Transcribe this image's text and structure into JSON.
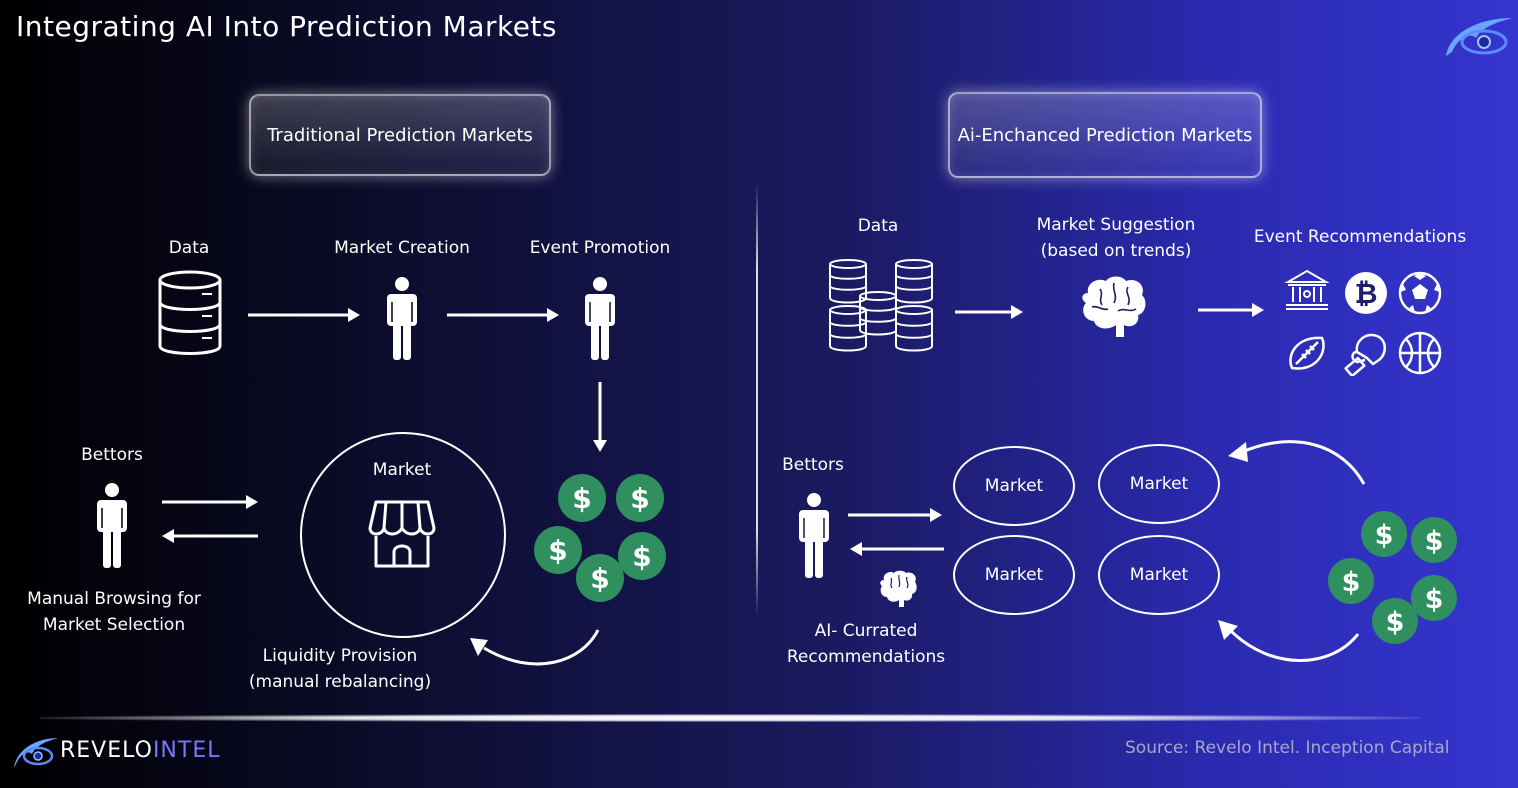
{
  "title": "Integrating AI Into Prediction Markets",
  "traditional": {
    "heading": "Traditional Prediction Markets",
    "data_label": "Data",
    "market_creation_label": "Market Creation",
    "event_promotion_label": "Event Promotion",
    "bettors_label": "Bettors",
    "market_label": "Market",
    "manual_browsing": [
      "Manual Browsing for",
      "Market Selection"
    ],
    "liquidity": [
      "Liquidity Provision",
      "(manual rebalancing)"
    ]
  },
  "ai": {
    "heading": "Ai-Enchanced Prediction Markets",
    "data_label": "Data",
    "market_suggestion": [
      "Market Suggestion",
      "(based on trends)"
    ],
    "event_recommendations_label": "Event Recommendations",
    "bettors_label": "Bettors",
    "markets": [
      "Market",
      "Market",
      "Market",
      "Market"
    ],
    "curated": [
      "AI- Currated",
      "Recommendations"
    ]
  },
  "footer": {
    "brand_left": "REVELO",
    "brand_right": "INTEL",
    "source": "Source: Revelo Intel. Inception Capital"
  },
  "icons": {
    "database": "database-icon",
    "person": "person-icon",
    "brain": "brain-icon",
    "store": "store-icon",
    "dollar": "dollar-coin-icon",
    "government": "government-building-icon",
    "bitcoin": "bitcoin-icon",
    "soccer": "soccer-ball-icon",
    "football": "football-icon",
    "boxing": "boxing-glove-icon",
    "basketball": "basketball-icon"
  },
  "colors": {
    "coin_green": "#2f8f5f",
    "brand_accent": "#7b74ff"
  }
}
